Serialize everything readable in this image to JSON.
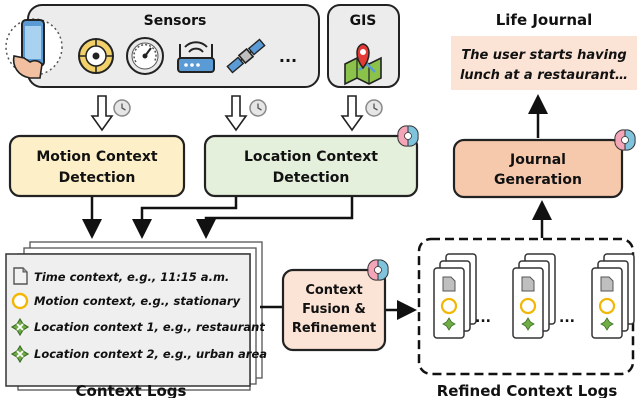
{
  "sensors": {
    "title": "Sensors",
    "ellipsis": "...",
    "icons": [
      "smartphone-icon",
      "accelerometer-icon",
      "gauge-icon",
      "wifi-router-icon",
      "satellite-icon"
    ]
  },
  "gis": {
    "title": "GIS",
    "icons": [
      "map-pin-icon"
    ]
  },
  "modules": {
    "motion": {
      "line1": "Motion Context",
      "line2": "Detection",
      "color": "#fdf0c8"
    },
    "location": {
      "line1": "Location Context",
      "line2": "Detection",
      "color": "#e4efdc"
    },
    "fusion": {
      "line1": "Context",
      "line2": "Fusion &",
      "line3": "Refinement",
      "color": "#fbe3d6"
    },
    "journal": {
      "line1": "Journal",
      "line2": "Generation",
      "color": "#f6c9ad"
    }
  },
  "life_journal": {
    "title": "Life Journal",
    "text_line1": "The user starts having",
    "text_line2": "lunch at a restaurant…",
    "color": "#fbe3d6"
  },
  "context_logs": {
    "caption": "Context Logs",
    "entries": [
      {
        "icon": "document-icon",
        "text": "Time context, e.g., 11:15 a.m."
      },
      {
        "icon": "circle-icon",
        "text": "Motion context, e.g., stationary"
      },
      {
        "icon": "x-badge-icon",
        "text": "Location context 1, e.g., restaurant"
      },
      {
        "icon": "x-badge-icon",
        "text": "Location context 2, e.g., urban area"
      }
    ]
  },
  "refined_logs": {
    "caption": "Refined Context Logs",
    "ellipsis": "..."
  },
  "colors": {
    "circle": "#f2b705",
    "x_badge": "#70ad47",
    "clock": "#888888",
    "brain_left": "#f4a6b8",
    "brain_right": "#7fc3dc"
  }
}
